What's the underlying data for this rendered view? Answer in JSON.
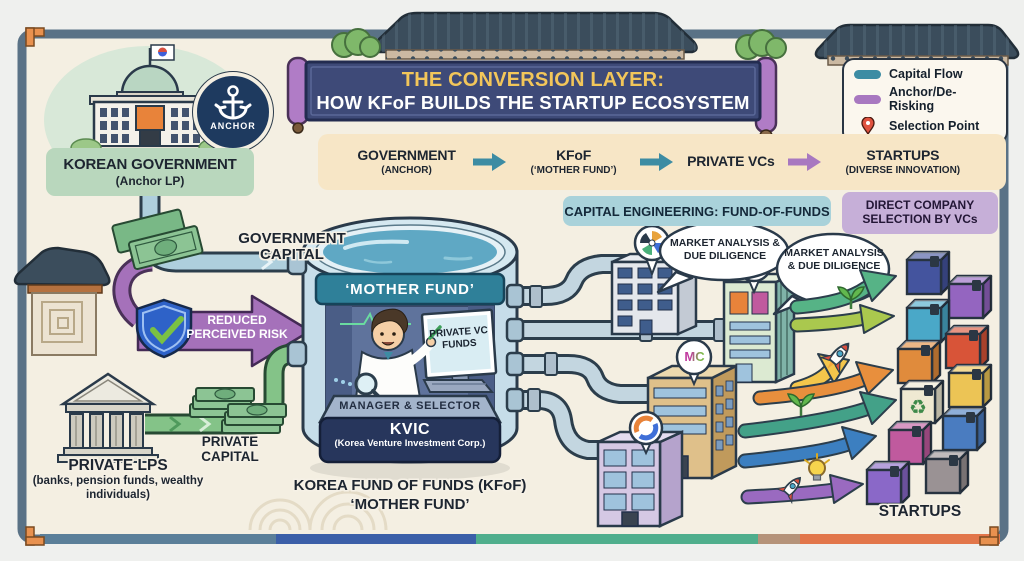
{
  "title": {
    "line1": "THE CONVERSION LAYER:",
    "line2": "HOW KFoF BUILDS THE STARTUP ECOSYSTEM"
  },
  "legend": {
    "items": [
      {
        "label": "Capital Flow"
      },
      {
        "label": "Anchor/De-Risking"
      },
      {
        "label": "Selection Point"
      }
    ]
  },
  "government": {
    "label": "KOREAN GOVERNMENT",
    "sublabel": "(Anchor LP)",
    "anchor_badge": "ANCHOR"
  },
  "flow": {
    "stages": [
      {
        "label": "GOVERNMENT",
        "sub": "(ANCHOR)"
      },
      {
        "label": "KFoF",
        "sub": "(‘MOTHER FUND’)"
      },
      {
        "label": "PRIVATE VCs",
        "sub": ""
      },
      {
        "label": "STARTUPS",
        "sub": "(DIVERSE INNOVATION)"
      }
    ]
  },
  "sections": {
    "capital_engineering": "CAPITAL ENGINEERING: FUND-OF-FUNDS",
    "direct_selection": "DIRECT COMPANY SELECTION BY VCs"
  },
  "left_flow": {
    "government_capital": "GOVERNMENT CAPITAL",
    "reduced_risk": "REDUCED PERCEIVED RISK",
    "private_lps": "PRIVATE LPS",
    "private_lps_sub": "(banks, pension funds, wealthy individuals)",
    "private_capital": "PRIVATE CAPITAL"
  },
  "mother_fund": {
    "banner": "‘MOTHER FUND’",
    "monitor": "PRIVATE VC FUNDS",
    "desk": "MANAGER & SELECTOR",
    "org": "KVIC",
    "org_sub": "(Korea Venture Investment Corp.)",
    "caption_line1": "KOREA FUND OF FUNDS (KFoF)",
    "caption_line2": "‘MOTHER FUND’"
  },
  "vc_section": {
    "bubble1": "MARKET ANALYSIS & DUE DILIGENCE",
    "bubble2": "MARKET ANALYSIS & DUE DILIGENCE",
    "mc_logo": "MC"
  },
  "startups": {
    "label": "STARTUPS",
    "cubes": [
      {
        "color": "#44549e"
      },
      {
        "color": "#9465c0"
      },
      {
        "color": "#4aa8c8"
      },
      {
        "color": "#d85438"
      },
      {
        "color": "#e08b3c"
      },
      {
        "color": "#ecc455"
      },
      {
        "color": "#efe9d2",
        "icon": "♻"
      },
      {
        "color": "#4a7cc0"
      },
      {
        "color": "#c05a9e"
      },
      {
        "color": "#9a9294"
      },
      {
        "color": "#8a68c8"
      }
    ]
  },
  "colors": {
    "capital_flow": "#3d8ca3",
    "anchor_derisking": "#a878c0",
    "selection_point": "#e0523f",
    "banner_bg": "#3e4a78",
    "title_gold": "#f2c65a",
    "mother_fund_band": "#2f8099",
    "kvic_base": "#27365c",
    "frame": "#5a7286"
  }
}
